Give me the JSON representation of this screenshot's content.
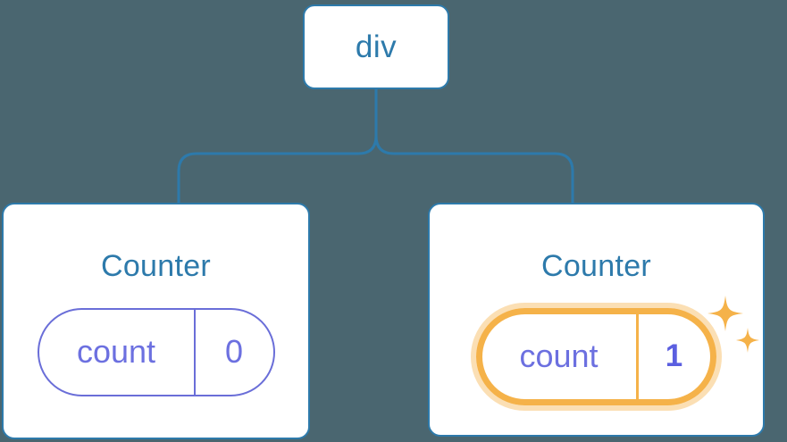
{
  "diagram": {
    "type": "component-tree",
    "background_color": "#4a6670",
    "node_border_color": "#2d7aab",
    "node_text_color": "#2d7aab",
    "state_color": "#6c70e0",
    "highlight_color": "#f5b249",
    "highlight_glow_color": "#fbdfb4",
    "root": {
      "label": "div"
    },
    "children": [
      {
        "title": "Counter",
        "state": {
          "key": "count",
          "value": "0"
        },
        "highlighted": false
      },
      {
        "title": "Counter",
        "state": {
          "key": "count",
          "value": "1"
        },
        "highlighted": true,
        "sparkle_icons": [
          "sparkle-large",
          "sparkle-small"
        ]
      }
    ]
  }
}
